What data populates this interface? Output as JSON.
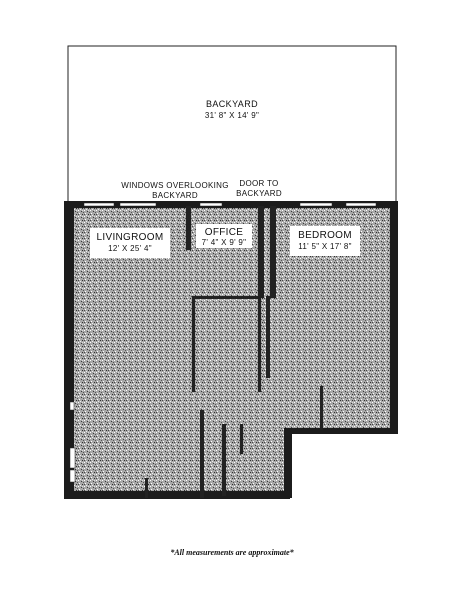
{
  "backyard": {
    "name": "BACKYARD",
    "dims": "31' 8\" X 14' 9\""
  },
  "windows_note": {
    "line1": "WINDOWS OVERLOOKING",
    "line2": "BACKYARD"
  },
  "door_note": {
    "line1": "DOOR TO",
    "line2": "BACKYARD"
  },
  "rooms": {
    "living": {
      "name": "LIVINGROOM",
      "dims": "12' X 25' 4\""
    },
    "office": {
      "name": "OFFICE",
      "dims": "7' 4\" X 9' 9\""
    },
    "bedroom": {
      "name": "BEDROOM",
      "dims": "11' 5\" X 17' 8\""
    }
  },
  "footnote": "*All measurements are approximate*"
}
